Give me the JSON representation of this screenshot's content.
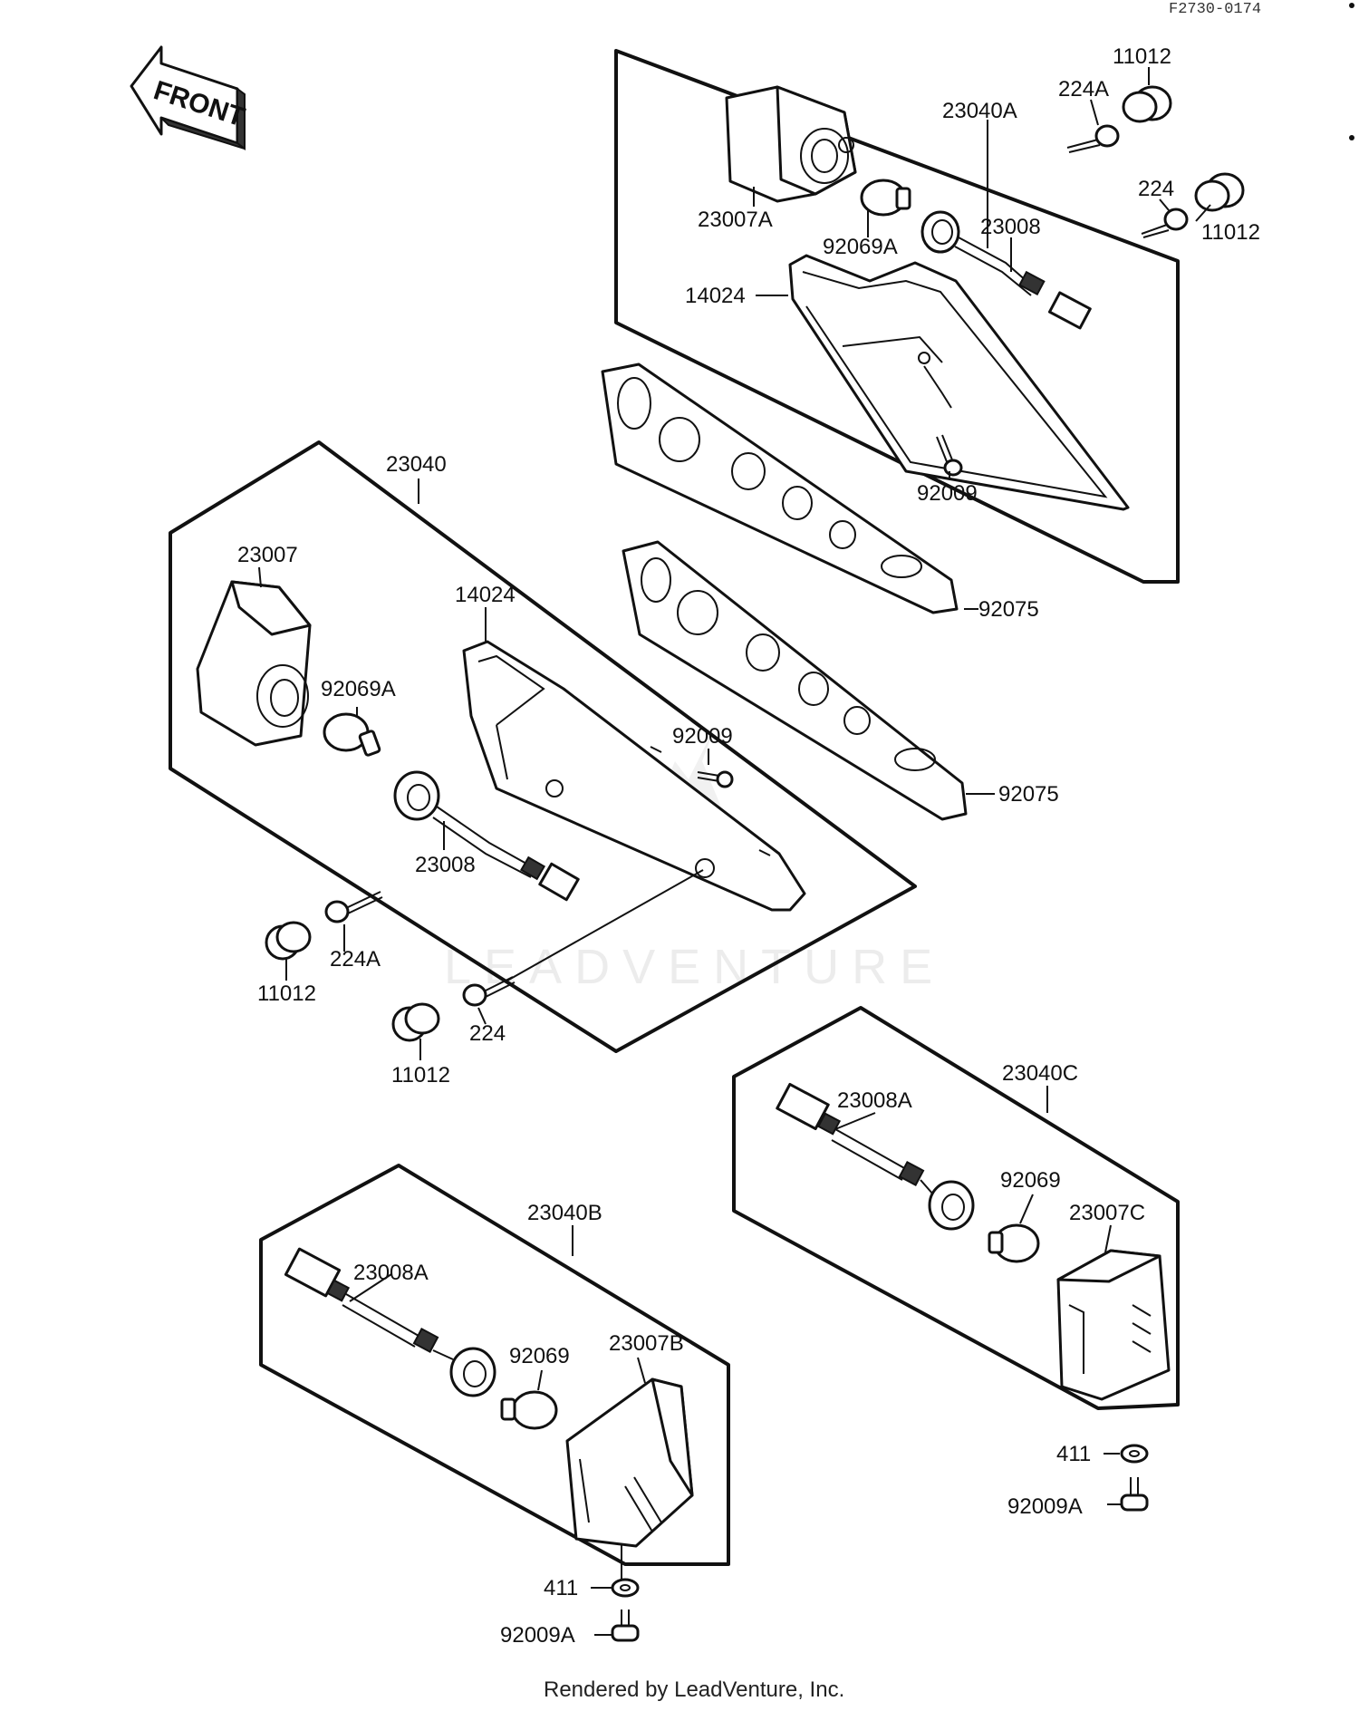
{
  "reference_code": "F2730-0174",
  "front_label": "FRONT",
  "watermark": "LEADVENTURE",
  "footer": "Rendered by LeadVenture, Inc.",
  "labels": {
    "p11012_a": "11012",
    "p224A_a": "224A",
    "p23040A": "23040A",
    "p224_a": "224",
    "p11012_b": "11012",
    "p23007A": "23007A",
    "p92069A_a": "92069A",
    "p23008_a": "23008",
    "p14024_a": "14024",
    "p92009_a": "92009",
    "p92075_a": "92075",
    "p23040": "23040",
    "p23007": "23007",
    "p14024_b": "14024",
    "p92069A_b": "92069A",
    "p92009_b": "92009",
    "p92075_b": "92075",
    "p23008_b": "23008",
    "p224A_b": "224A",
    "p11012_c": "11012",
    "p224_b": "224",
    "p11012_d": "11012",
    "p23040C": "23040C",
    "p23008A_a": "23008A",
    "p92069_a": "92069",
    "p23007C": "23007C",
    "p411_a": "411",
    "p92009A_a": "92009A",
    "p23040B": "23040B",
    "p23008A_b": "23008A",
    "p92069_b": "92069",
    "p23007B": "23007B",
    "p411_b": "411",
    "p92009A_b": "92009A"
  }
}
